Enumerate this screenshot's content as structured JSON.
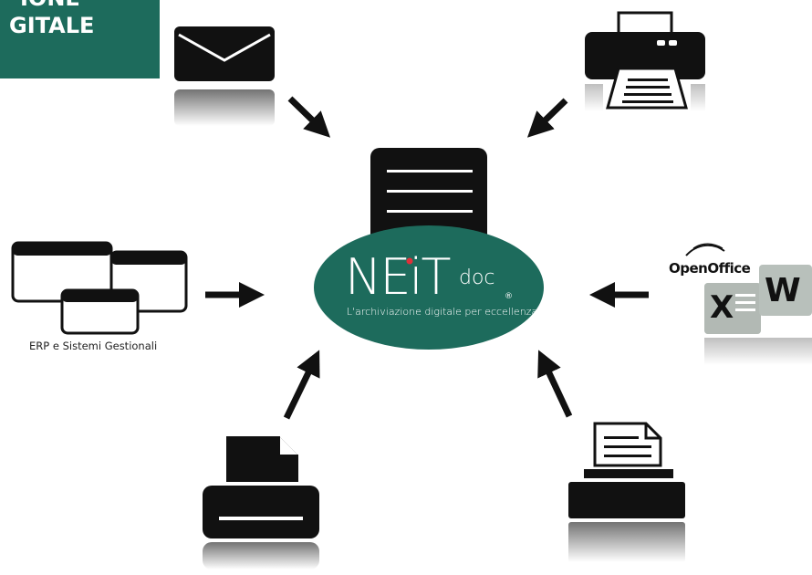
{
  "banner": {
    "line1": "IONE",
    "line2": "GITALE"
  },
  "logo": {
    "wordmark": "NEiT",
    "suffix": "doc",
    "tagline": "L'archiviazione digitale per eccellenza",
    "registered": "®"
  },
  "sources": {
    "erp_caption": "ERP e Sistemi Gestionali",
    "office_label": "OpenOffice",
    "excel_letter": "X",
    "word_letter": "W"
  },
  "colors": {
    "brand_green": "#1d6b5c",
    "icon_black": "#111111"
  },
  "icons": [
    "envelope-icon",
    "printer-icon",
    "server-icon",
    "erp-windows-icon",
    "office-icon",
    "fax-icon",
    "typewriter-printer-icon"
  ]
}
